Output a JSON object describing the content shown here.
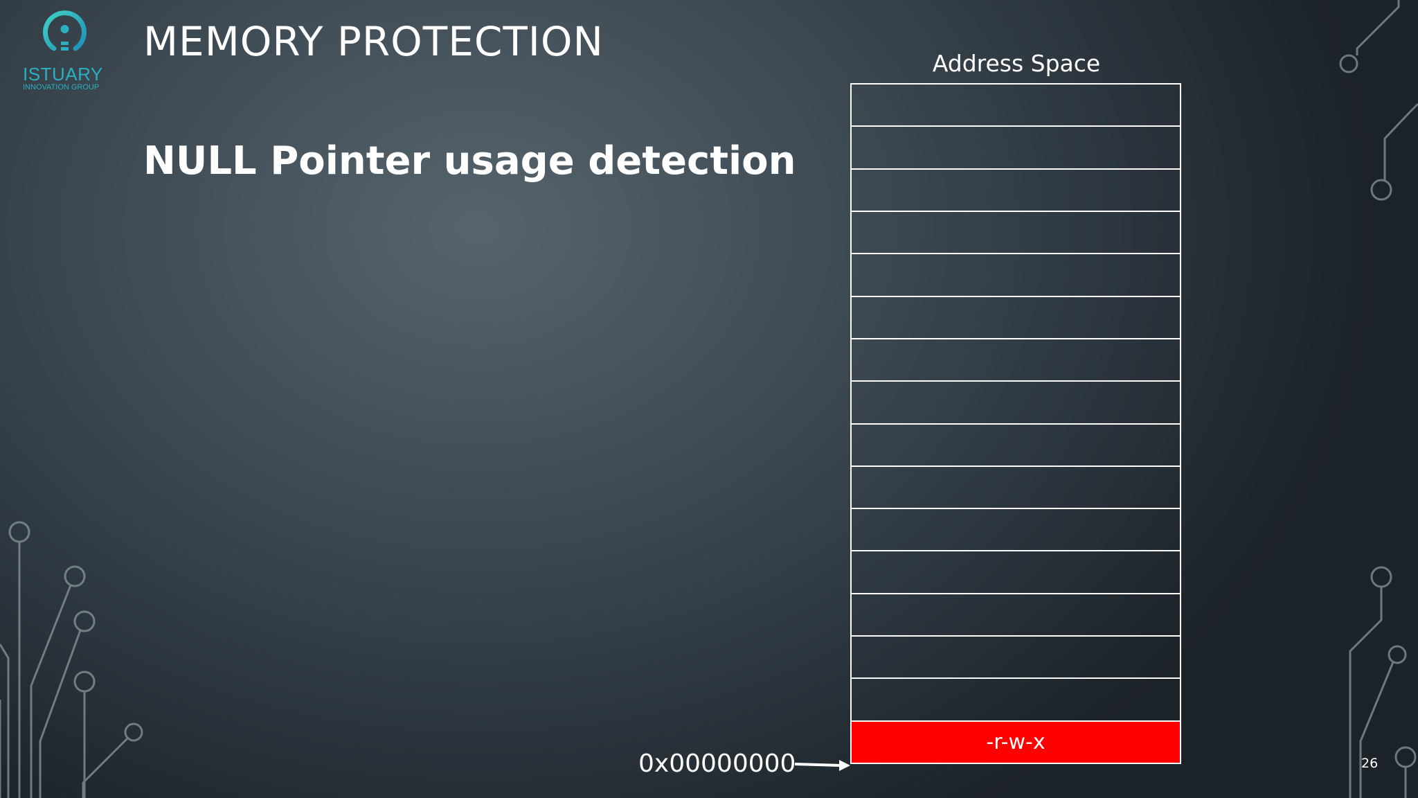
{
  "brand": {
    "name": "ISTUARY",
    "tagline": "INNOVATION GROUP",
    "logo_icon": "bulb-ring-icon",
    "color": "#2ab0c2"
  },
  "slide": {
    "title": "MEMORY PROTECTION",
    "subtitle": "NULL Pointer usage detection",
    "page_number": "26"
  },
  "diagram": {
    "caption": "Address Space",
    "row_count": 16,
    "protected_row_label": "-r-w-x",
    "protected_color": "#ff0000",
    "null_address": "0x00000000",
    "arrow_icon": "right-arrow-icon"
  }
}
